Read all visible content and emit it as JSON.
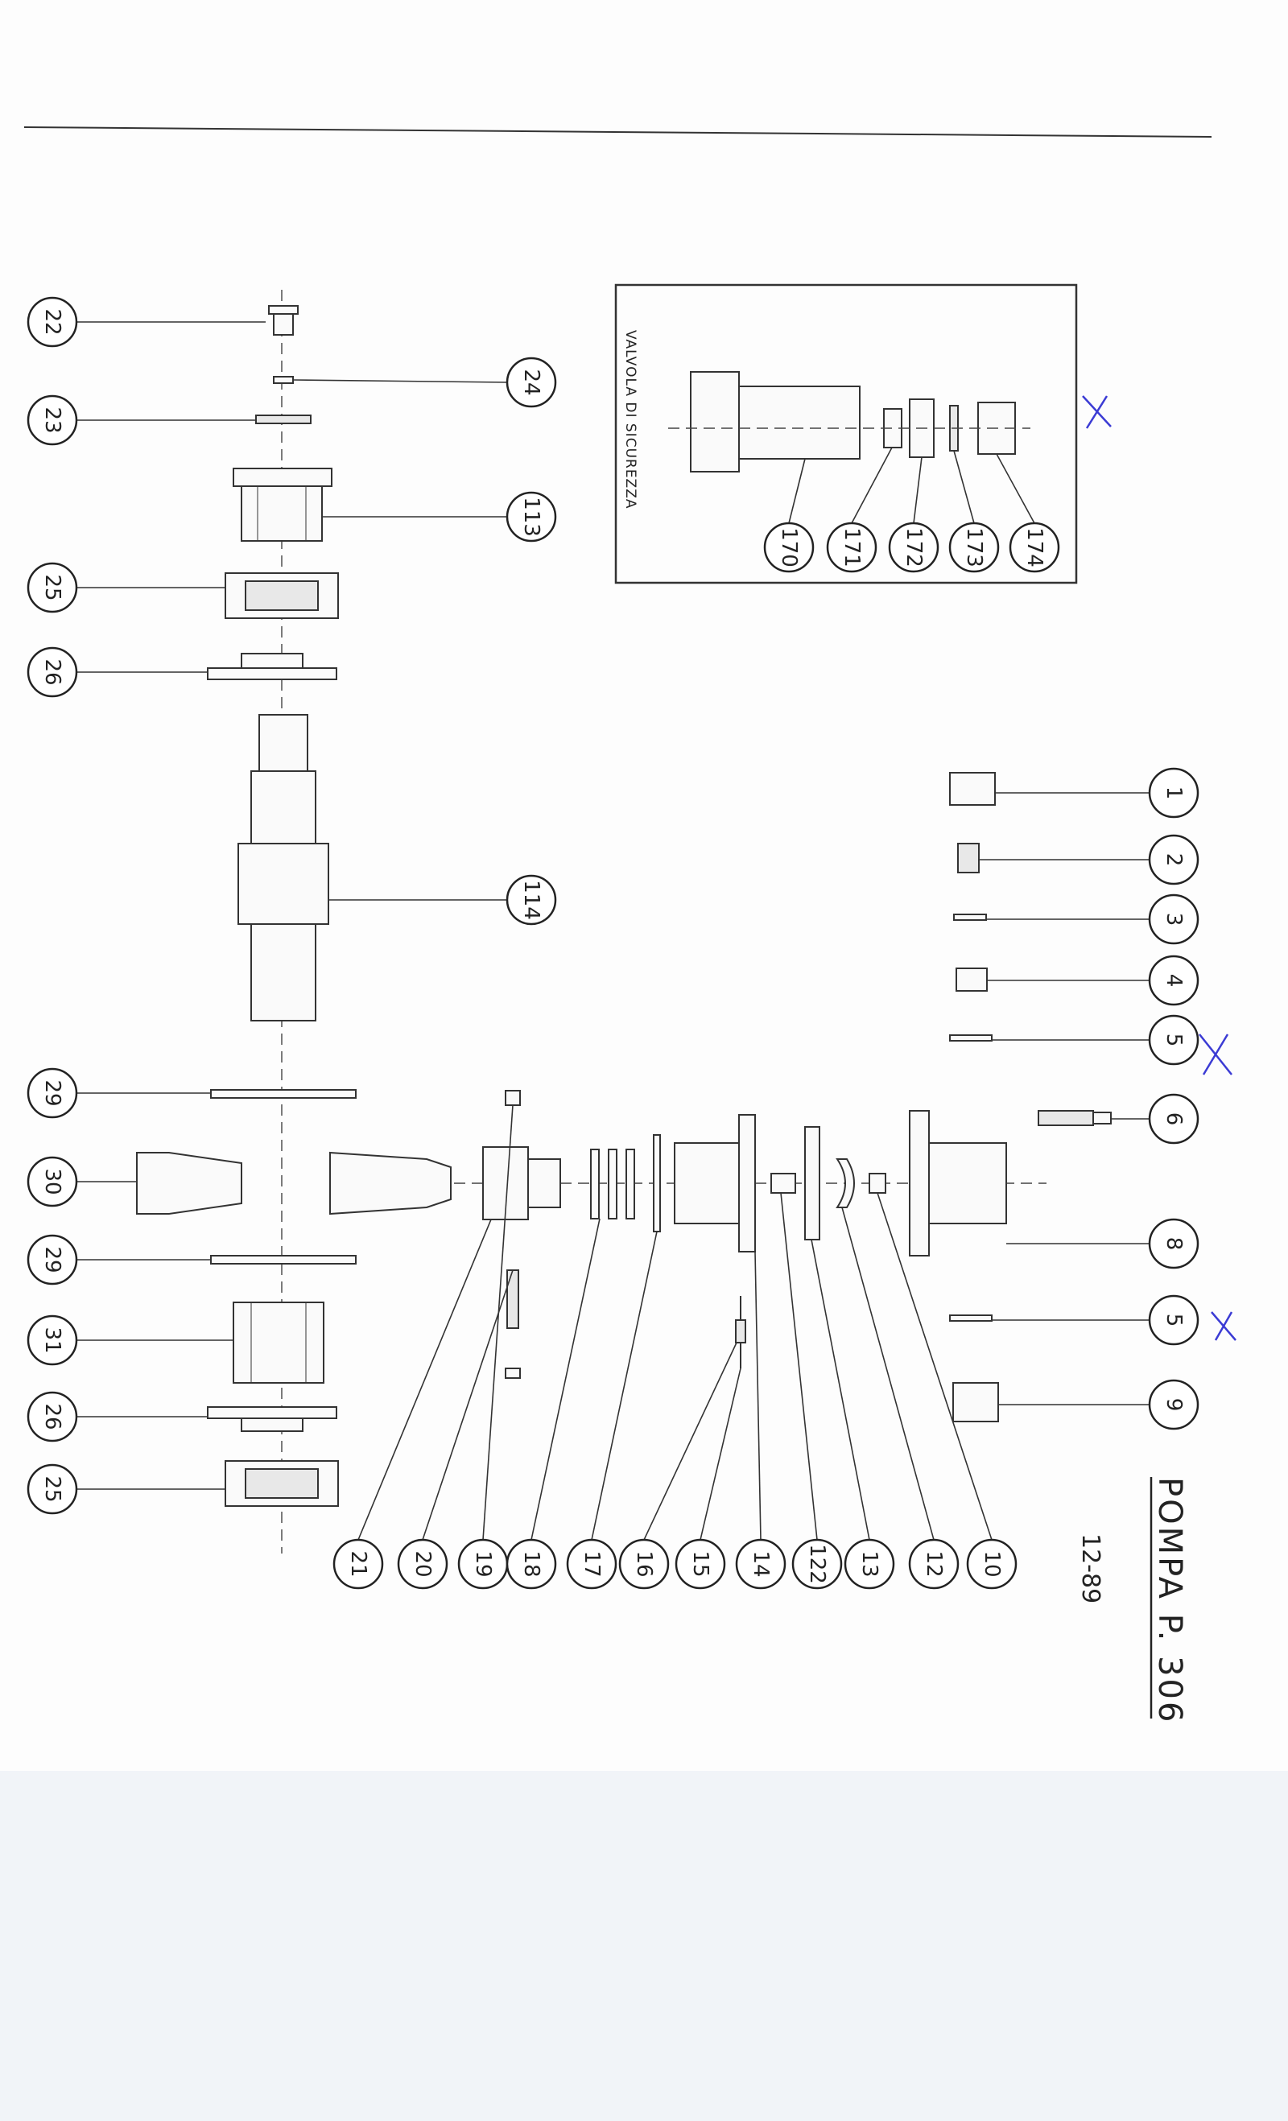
{
  "title": "POMPA P. 306",
  "date": "12-89",
  "inset": {
    "label": "VALVOLA DI SICUREZZA",
    "refs": [
      "170",
      "171",
      "172",
      "173",
      "174"
    ]
  },
  "refs": {
    "top_row": [
      "22",
      "23",
      "25",
      "26",
      "29",
      "30",
      "29",
      "31",
      "26",
      "25"
    ],
    "left_middle": [
      "24",
      "113",
      "114"
    ],
    "bottom_row": [
      "21",
      "20",
      "19",
      "18",
      "17",
      "16",
      "15",
      "14",
      "122",
      "13",
      "12",
      "10"
    ],
    "right_column": [
      "1",
      "2",
      "3",
      "4",
      "5",
      "6",
      "8",
      "5",
      "9"
    ]
  }
}
